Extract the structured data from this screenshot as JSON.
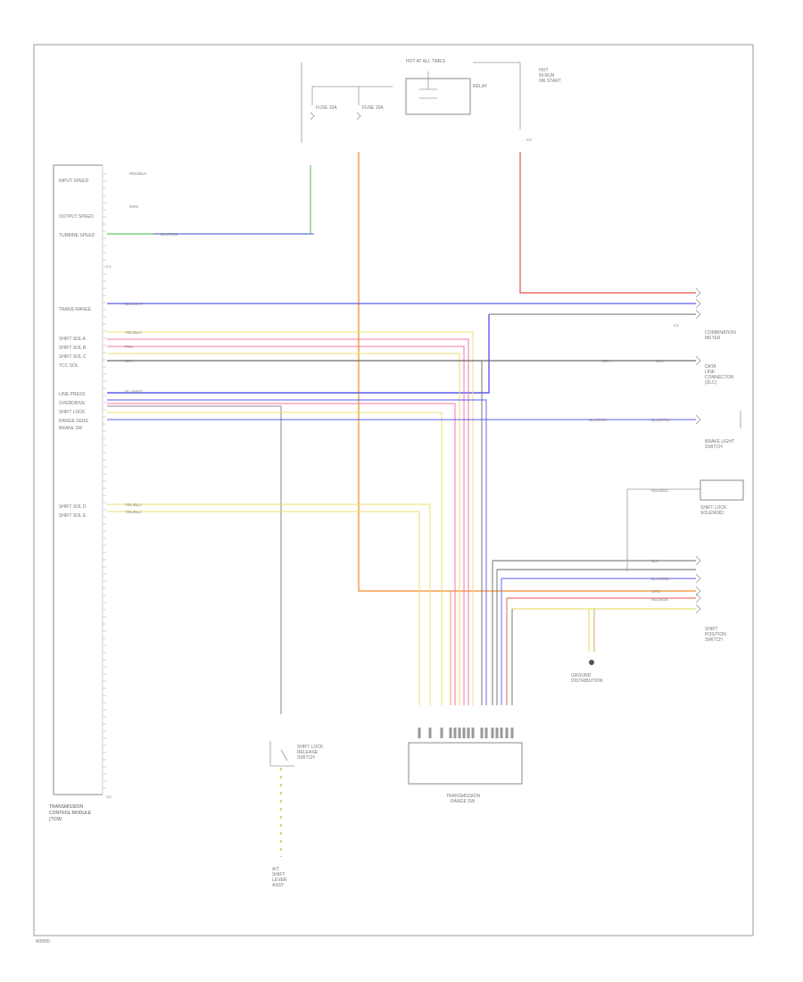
{
  "diagram": {
    "page_code": "W0000",
    "connectors": [
      "C1",
      "C2",
      "C3",
      "C4"
    ],
    "module_left": {
      "label_lines": [
        "TRANSMISSION",
        "CONTROL MODULE",
        "(TCM)"
      ],
      "pin_labels": [
        "INPUT SPEED",
        "OUTPUT SPEED",
        "TURBINE SPEED",
        "TRANS RANGE",
        "SHIFT SOL A",
        "SHIFT SOL B",
        "SHIFT SOL C",
        "TCC SOL",
        "LINE PRESS",
        "OVERDRIVE",
        "SHIFT LOCK",
        "RANGE SENS",
        "BRAKE SW",
        "SHIFT SOL D",
        "SHIFT SOL E"
      ]
    },
    "fuse_box": {
      "label": "HOT AT ALL TIMES",
      "fuses": [
        "FUSE 10A",
        "FUSE 15A"
      ],
      "relay": "RELAY"
    },
    "top_right": {
      "label_lines": [
        "HOT",
        "IN RUN",
        "OR START"
      ]
    },
    "right_labels": {
      "group1": [
        "COMBINATION",
        "METER"
      ],
      "group2": [
        "DATA",
        "LINK",
        "CONNECTOR",
        "(DLC)"
      ],
      "group3": [
        "BRAKE LIGHT",
        "SWITCH"
      ],
      "group4": [
        "SHIFT LOCK",
        "SOLENOID"
      ],
      "group5": [
        "SHIFT",
        "POSITION",
        "SWITCH"
      ]
    },
    "ground_label_lines": [
      "SHIFT LOCK",
      "RELEASE",
      "SWITCH"
    ],
    "bottom_left_lines": [
      "A/T",
      "SHIFT",
      "LEVER",
      "ASSY"
    ],
    "bottom_center_lines": [
      "TRANSMISSION",
      "RANGE SW"
    ],
    "bottom_right_lines": [
      "GROUND",
      "DISTRIBUTION"
    ],
    "wire_codes": [
      "RED/BLK",
      "GRN",
      "BLU/RED",
      "BLU/WHT",
      "YEL/BLU",
      "PNK",
      "GRY",
      "ORG",
      "BLK",
      "BLU/ORN"
    ],
    "colors": {
      "red": "#e85050",
      "orange": "#f5a050",
      "green": "#66cc66",
      "blue": "#5a5af0",
      "yellow": "#e8e070",
      "pink": "#f07aa8",
      "gray": "#6a6a6a",
      "purple": "#9a6ad0"
    }
  }
}
